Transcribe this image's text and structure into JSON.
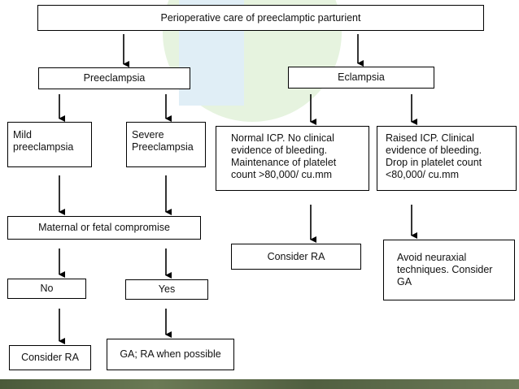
{
  "diagram": {
    "title": "Perioperative care of preeclamptic parturient",
    "preeclampsia": "Preeclampsia",
    "eclampsia": "Eclampsia",
    "mild": "Mild\npreeclampsia",
    "severe": "Severe\nPreeclampsia",
    "normal_icp": "Normal ICP. No clinical\nevidence of bleeding.\nMaintenance of platelet\ncount >80,000/ cu.mm",
    "raised_icp": "Raised ICP. Clinical\nevidence of bleeding.\nDrop in platelet count\n<80,000/ cu.mm",
    "compromise": "Maternal or fetal compromise",
    "no": "No",
    "yes": "Yes",
    "consider_ra_eclampsia": "Consider RA",
    "avoid_neuraxial": "Avoid neuraxial\ntechniques. Consider\nGA",
    "consider_ra_no": "Consider RA",
    "ga_ra": "GA; RA when possible"
  },
  "colors": {
    "border": "#000000",
    "watermark_green": "#b9dfa6",
    "watermark_blue": "#a9cfe8",
    "bottom_bar": "#4a5a3a"
  }
}
